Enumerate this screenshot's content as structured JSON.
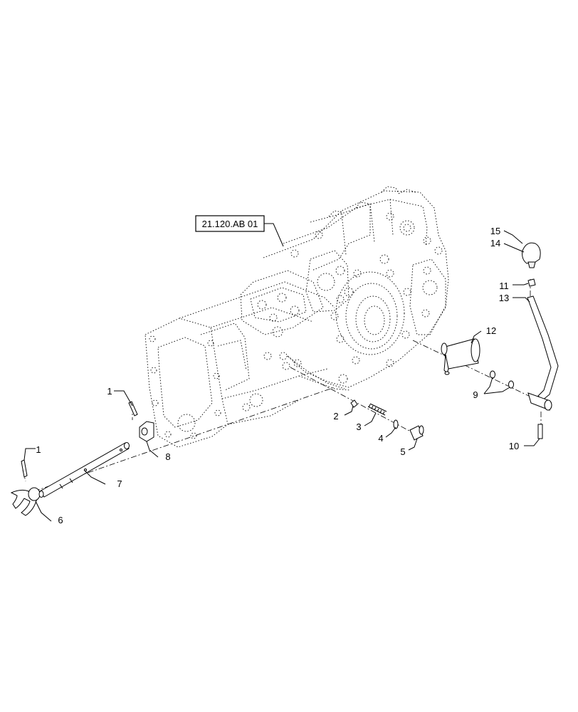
{
  "reference_box": {
    "label": "21.120.AB 01"
  },
  "callouts": [
    {
      "id": "c1a",
      "label": "1"
    },
    {
      "id": "c1b",
      "label": "1"
    },
    {
      "id": "c2",
      "label": "2"
    },
    {
      "id": "c3",
      "label": "3"
    },
    {
      "id": "c4",
      "label": "4"
    },
    {
      "id": "c5",
      "label": "5"
    },
    {
      "id": "c6",
      "label": "6"
    },
    {
      "id": "c7",
      "label": "7"
    },
    {
      "id": "c8",
      "label": "8"
    },
    {
      "id": "c9",
      "label": "9"
    },
    {
      "id": "c10",
      "label": "10"
    },
    {
      "id": "c11",
      "label": "11"
    },
    {
      "id": "c12",
      "label": "12"
    },
    {
      "id": "c13",
      "label": "13"
    },
    {
      "id": "c14",
      "label": "14"
    },
    {
      "id": "c15",
      "label": "15"
    }
  ]
}
